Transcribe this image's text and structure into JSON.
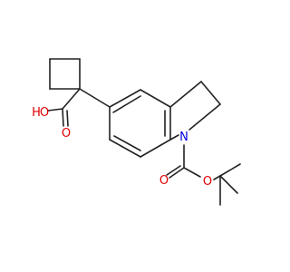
{
  "molecule": {
    "atom_labels": {
      "hydroxyl_o": "O",
      "hydroxyl_h": "H",
      "acid_carbonyl_o": "O",
      "indoline_n": "N",
      "boc_carbonyl_o": "O",
      "boc_ester_o": "O"
    },
    "colors": {
      "bond": "#222222",
      "oxygen": "#e00000",
      "nitrogen": "#0000dd"
    }
  }
}
